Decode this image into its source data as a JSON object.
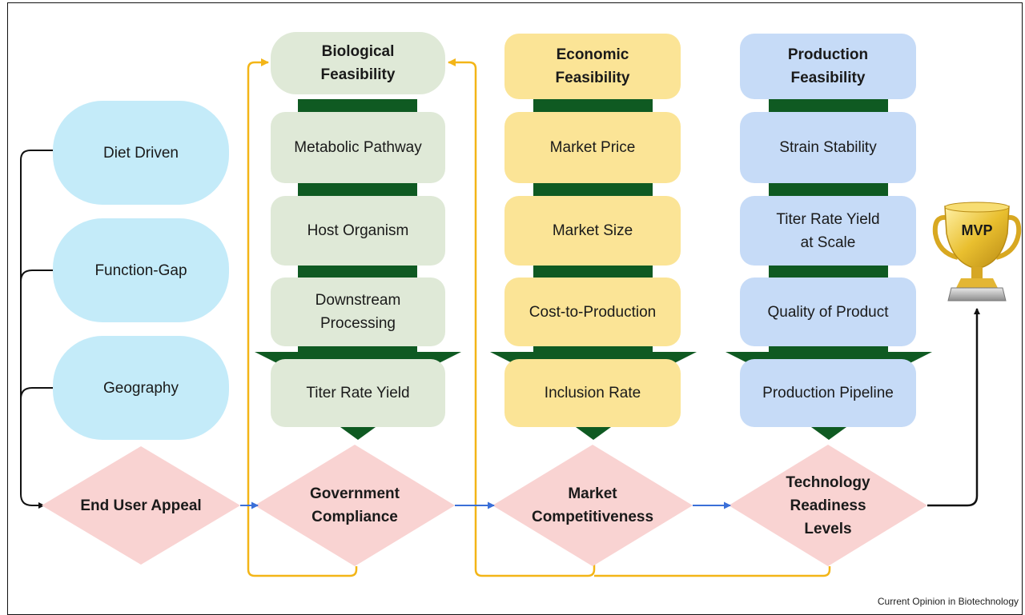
{
  "left_column": {
    "items": [
      "Diet Driven",
      "Function-Gap",
      "Geography"
    ]
  },
  "biological": {
    "header": "Biological\nFeasibility",
    "items": [
      "Metabolic Pathway",
      "Host Organism",
      "Downstream\nProcessing",
      "Titer Rate Yield"
    ]
  },
  "economic": {
    "header": "Economic\nFeasibility",
    "items": [
      "Market Price",
      "Market Size",
      "Cost-to-Production",
      "Inclusion Rate"
    ]
  },
  "production": {
    "header": "Production\nFeasibility",
    "items": [
      "Strain Stability",
      "Titer Rate Yield\nat Scale",
      "Quality of Product",
      "Production Pipeline"
    ]
  },
  "decisions": [
    "End User Appeal",
    "Government\nCompliance",
    "Market\nCompetitiveness",
    "Technology\nReadiness\nLevels"
  ],
  "trophy_label": "MVP",
  "caption": "Current Opinion in Biotechnology",
  "colors": {
    "pill": "#c4ebf9",
    "biological": "#dfe9d7",
    "economic": "#fbe496",
    "production": "#c6dbf7",
    "diamond": "#f9d3d2",
    "bar": "#0f5a22",
    "loop_arrow": "#f3b517",
    "flow_arrow": "#3a6fd8"
  }
}
